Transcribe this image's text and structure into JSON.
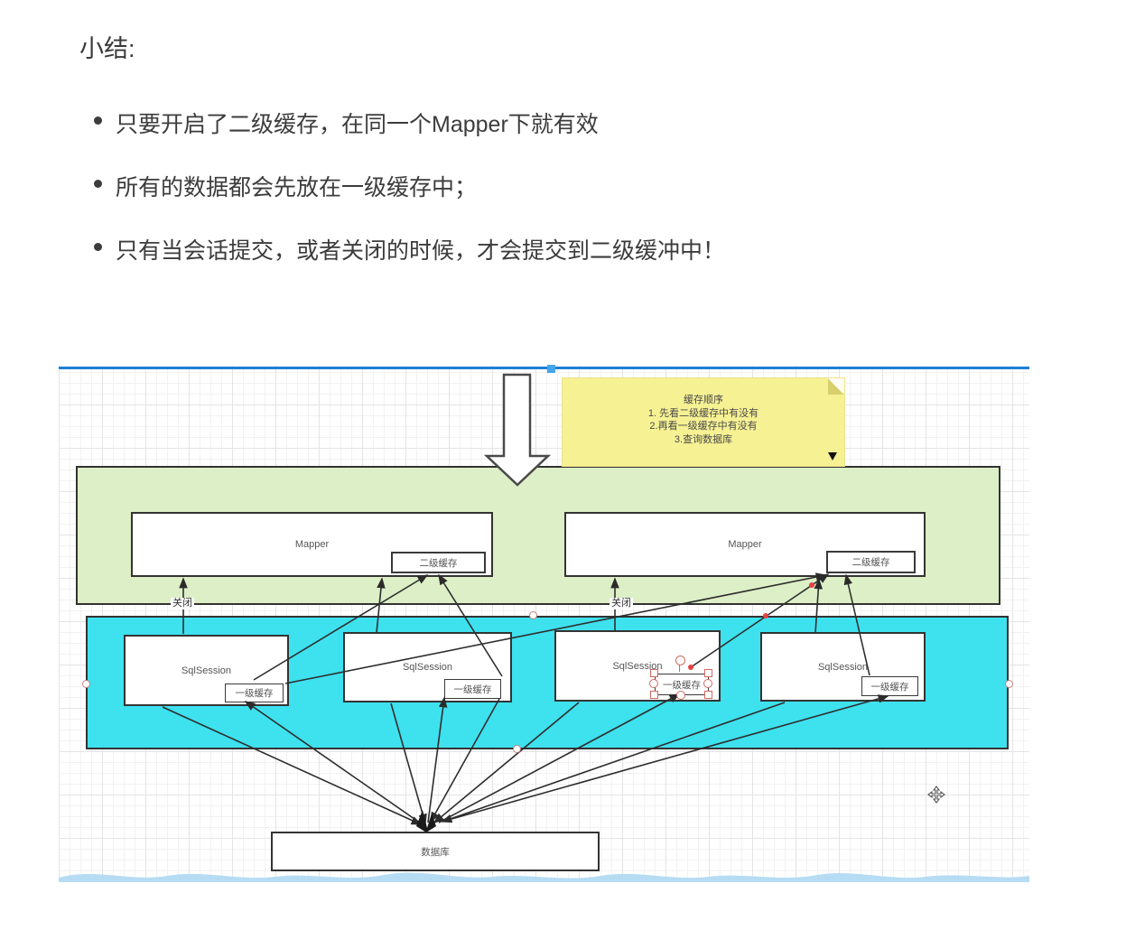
{
  "summary": {
    "heading": "小结:",
    "bullets": [
      "只要开启了二级缓存，在同一个Mapper下就有效",
      "所有的数据都会先放在一级缓存中；",
      "只有当会话提交，或者关闭的时候，才会提交到二级缓冲中！"
    ]
  },
  "diagram": {
    "sticky_note": {
      "title": "缓存顺序",
      "lines": [
        "1. 先看二级缓存中有没有",
        "2.再看一级缓存中有没有",
        "3.查询数据库"
      ]
    },
    "mappers": [
      {
        "label": "Mapper",
        "cache_label": "二级缓存"
      },
      {
        "label": "Mapper",
        "cache_label": "二级缓存"
      }
    ],
    "sessions": [
      {
        "label": "SqlSession",
        "cache_label": "一级缓存"
      },
      {
        "label": "SqlSession",
        "cache_label": "一级缓存"
      },
      {
        "label": "SqlSession",
        "cache_label": "一级缓存"
      },
      {
        "label": "SqlSession",
        "cache_label": "一级缓存"
      }
    ],
    "database_label": "数据库",
    "close_label_left": "关闭",
    "close_label_right": "关闭",
    "colors": {
      "green_band": "#ddefc6",
      "cyan_band": "#3ee1ee",
      "note_yellow": "#f6f193",
      "top_line_blue": "#1d7fd8",
      "wave_blue": "#b6dcf4",
      "selection_red": "#e84040"
    }
  }
}
